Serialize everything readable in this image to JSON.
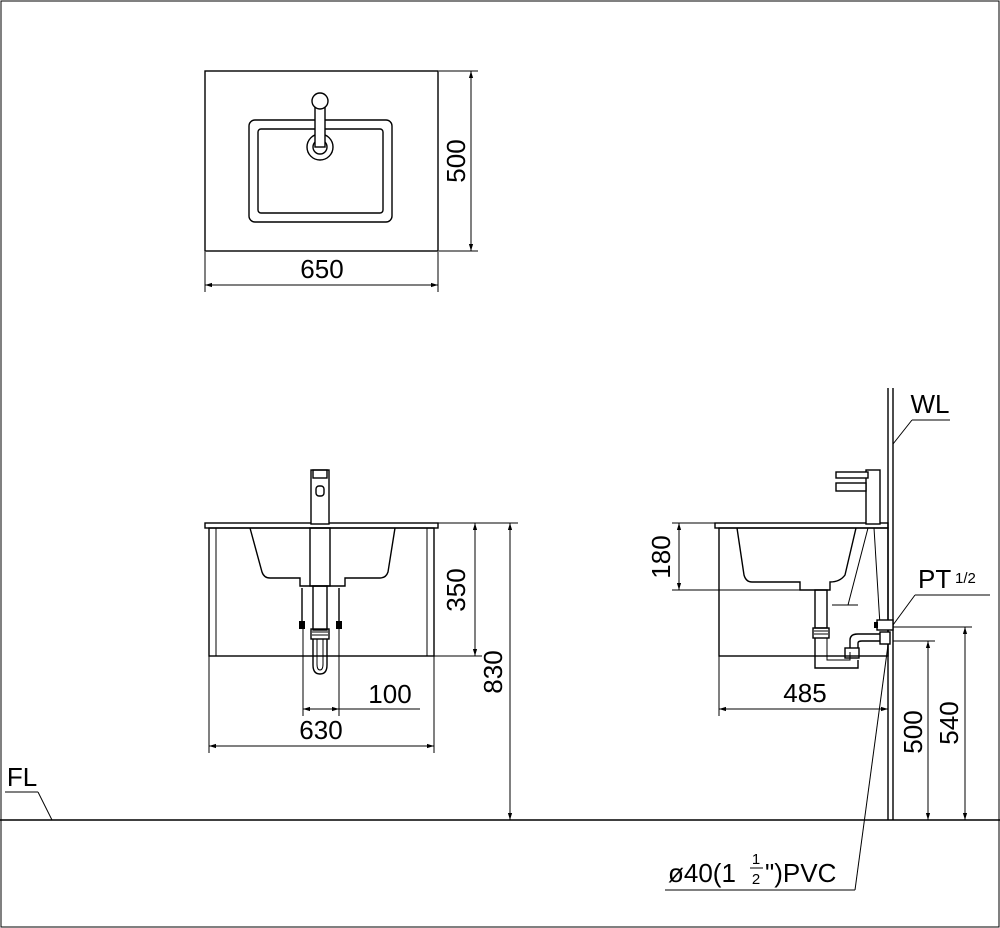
{
  "top_view": {
    "width_label": "650",
    "depth_label": "500"
  },
  "front_view": {
    "bowl_depth_label": "350",
    "total_height_label": "830",
    "drain_offset_label": "100",
    "cabinet_width_label": "630"
  },
  "side_view": {
    "wall_label": "WL",
    "supply_label": "PT",
    "supply_fraction": "1/2",
    "top_height_label": "180",
    "depth_label": "485",
    "drain_height_label": "500",
    "supply_height_label": "540",
    "pipe_prefix": "ø40(1",
    "pipe_frac_num": "1",
    "pipe_frac_den": "2",
    "pipe_suffix": "\")PVC"
  },
  "floor_label": "FL"
}
